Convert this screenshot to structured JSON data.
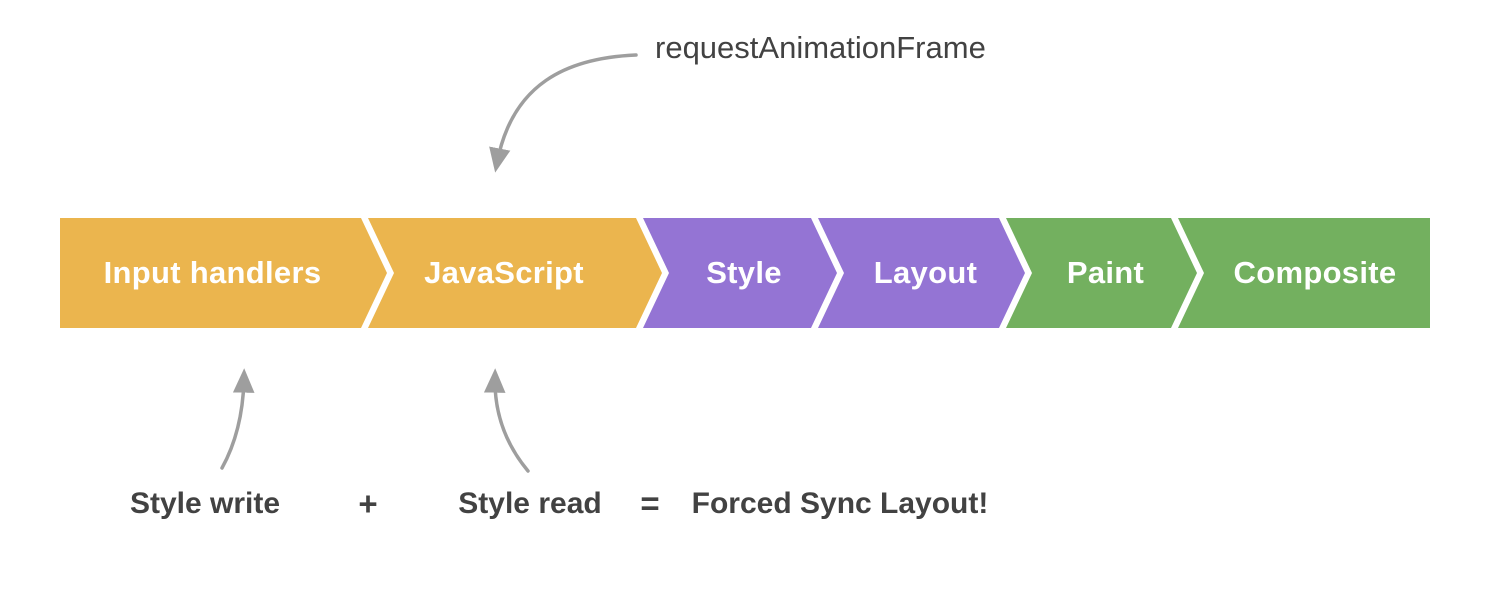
{
  "raf_label": "requestAnimationFrame",
  "pipeline": {
    "stages": [
      {
        "label": "Input handlers",
        "color": "#EBB54E"
      },
      {
        "label": "JavaScript",
        "color": "#EBB54E"
      },
      {
        "label": "Style",
        "color": "#9474D4"
      },
      {
        "label": "Layout",
        "color": "#9474D4"
      },
      {
        "label": "Paint",
        "color": "#73B05F"
      },
      {
        "label": "Composite",
        "color": "#73B05F"
      }
    ]
  },
  "equation": {
    "term1": "Style write",
    "plus": "+",
    "term2": "Style read",
    "equals": "=",
    "result": "Forced Sync Layout!"
  },
  "colors": {
    "javascript_stage": "#EBB54E",
    "style_layout_stage": "#9474D4",
    "paint_composite_stage": "#73B05F",
    "arrow": "#9E9E9E",
    "label_text": "#424242",
    "stage_text": "#FFFFFF"
  }
}
